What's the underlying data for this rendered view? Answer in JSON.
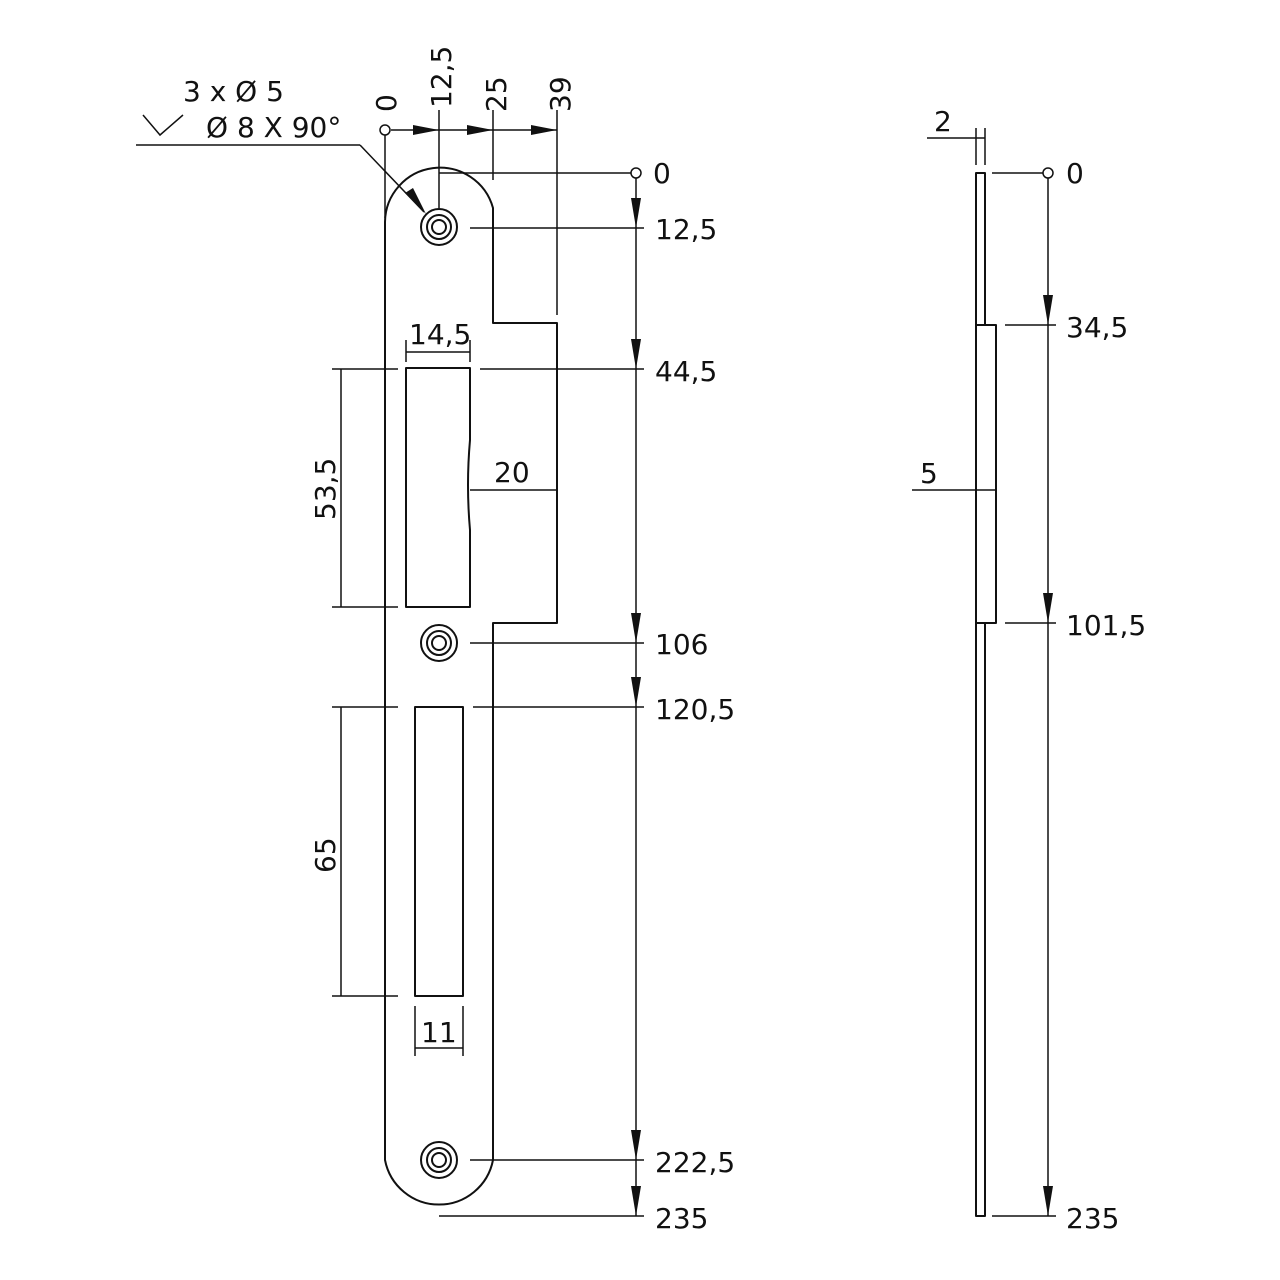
{
  "callout": {
    "holes": "3 x Ø 5",
    "countersink": "Ø 8 X 90°"
  },
  "front_view": {
    "top_dims": [
      "0",
      "12,5",
      "25",
      "39"
    ],
    "right_dims": [
      "0",
      "12,5",
      "44,5",
      "106",
      "120,5",
      "222,5",
      "235"
    ],
    "opening_width_upper": "14,5",
    "opening_height_upper": "53,5",
    "lip_depth": "20",
    "opening_height_lower": "65",
    "opening_width_lower": "11"
  },
  "side_view": {
    "thickness": "2",
    "tab_thickness": "5",
    "right_dims": [
      "0",
      "34,5",
      "101,5",
      "235"
    ]
  }
}
